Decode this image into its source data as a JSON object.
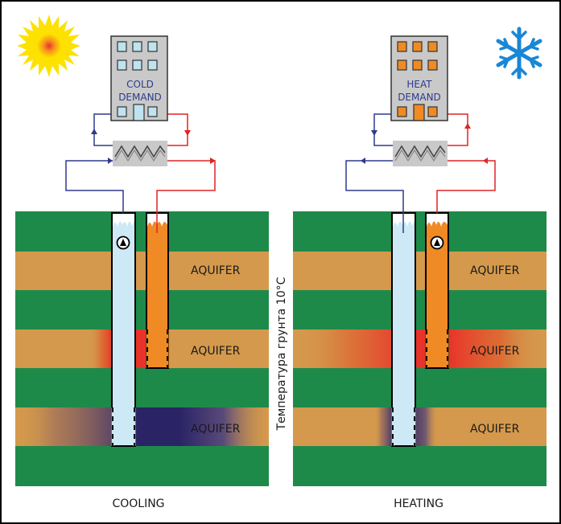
{
  "panels": [
    {
      "id": "cooling",
      "caption": "COOLING",
      "building_label_1": "COLD",
      "building_label_2": "DEMAND",
      "aquifers": [
        "AQUIFER",
        "AQUIFER",
        "AQUIFER"
      ],
      "season_icon": "sun-icon",
      "window_color": "#bfe3ef"
    },
    {
      "id": "heating",
      "caption": "HEATING",
      "building_label_1": "HEAT",
      "building_label_2": "DEMAND",
      "aquifers": [
        "AQUIFER",
        "AQUIFER",
        "AQUIFER"
      ],
      "season_icon": "snowflake-icon",
      "window_color": "#f08a24"
    }
  ],
  "ground_temperature_label": "Температура грунта 10°C",
  "colors": {
    "soil_green": "#1e8a4a",
    "aquifer_tan": "#d4994c",
    "cold_well": "#cde9f6",
    "warm_well": "#f08a24",
    "cold_pipe": "#2e3a8c",
    "warm_pipe": "#e02424",
    "building": "#c9c9c9"
  }
}
